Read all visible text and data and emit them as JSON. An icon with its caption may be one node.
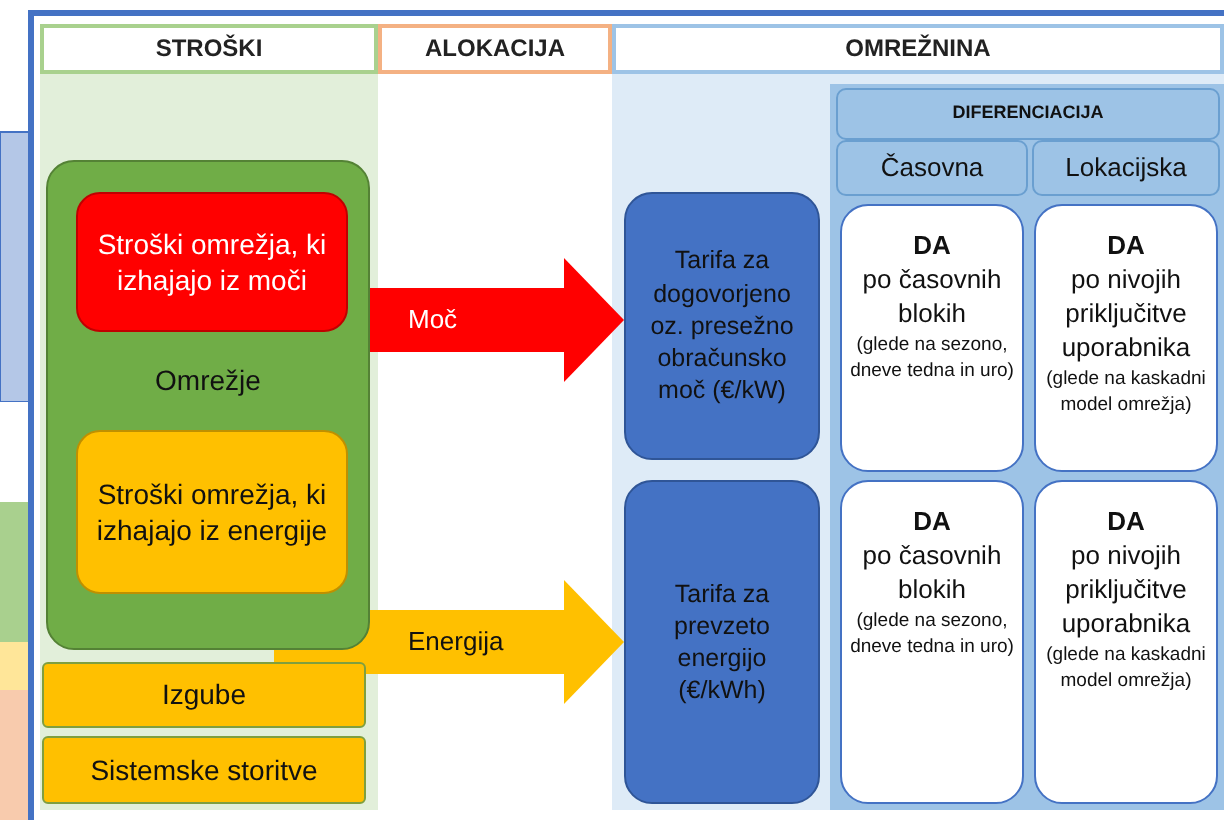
{
  "diagram": {
    "nodes": [
      {
        "text": [
          "STROŠKI"
        ]
      },
      {
        "text": [
          "ALOKACIJA"
        ]
      },
      {
        "text": [
          "OMREŽNINA"
        ]
      },
      {
        "text": [
          "Omrežje"
        ]
      },
      {
        "text": [
          "Stroški omrežja, ki izhajajo iz moči"
        ],
        "in": 3
      },
      {
        "text": [
          "Stroški omrežja, ki izhajajo iz energije"
        ],
        "in": 3
      },
      {
        "text": [
          "Izgube"
        ]
      },
      {
        "text": [
          "Sistemske storitve"
        ]
      },
      {
        "text": [
          "Tarifa za dogovorjeno oz. presežno obračunsko moč (€/kW)"
        ]
      },
      {
        "text": [
          "DIFERENCIACIJA"
        ]
      },
      {
        "text": [
          "Časovna"
        ]
      },
      {
        "text": [
          "Lokacijska"
        ]
      },
      {
        "text": [
          "DA",
          "po časovnih blokih",
          "(glede na sezono, dneve tedna in uro)"
        ]
      },
      {
        "text": [
          "DA",
          "po nivojih priključitve uporabnika",
          "(glede na kaskadni model omrežja)"
        ]
      },
      {
        "text": [
          "Tarifa za prevzeto energijo (€/kWh)"
        ]
      },
      {
        "text": [
          "DA",
          "po časovnih blokih",
          "(glede na sezono, dneve tedna in uro)"
        ]
      },
      {
        "text": [
          "DA",
          "po nivojih priključitve uporabnika",
          "(glede na kaskadni model omrežja)"
        ]
      }
    ],
    "edges": [
      {
        "from": 4,
        "to": 8,
        "arrow": "to",
        "label": "Moč",
        "color": "#ff0000"
      },
      {
        "from": 5,
        "to": 14,
        "arrow": "to",
        "label": "Energija",
        "color": "#ffc000"
      }
    ]
  }
}
